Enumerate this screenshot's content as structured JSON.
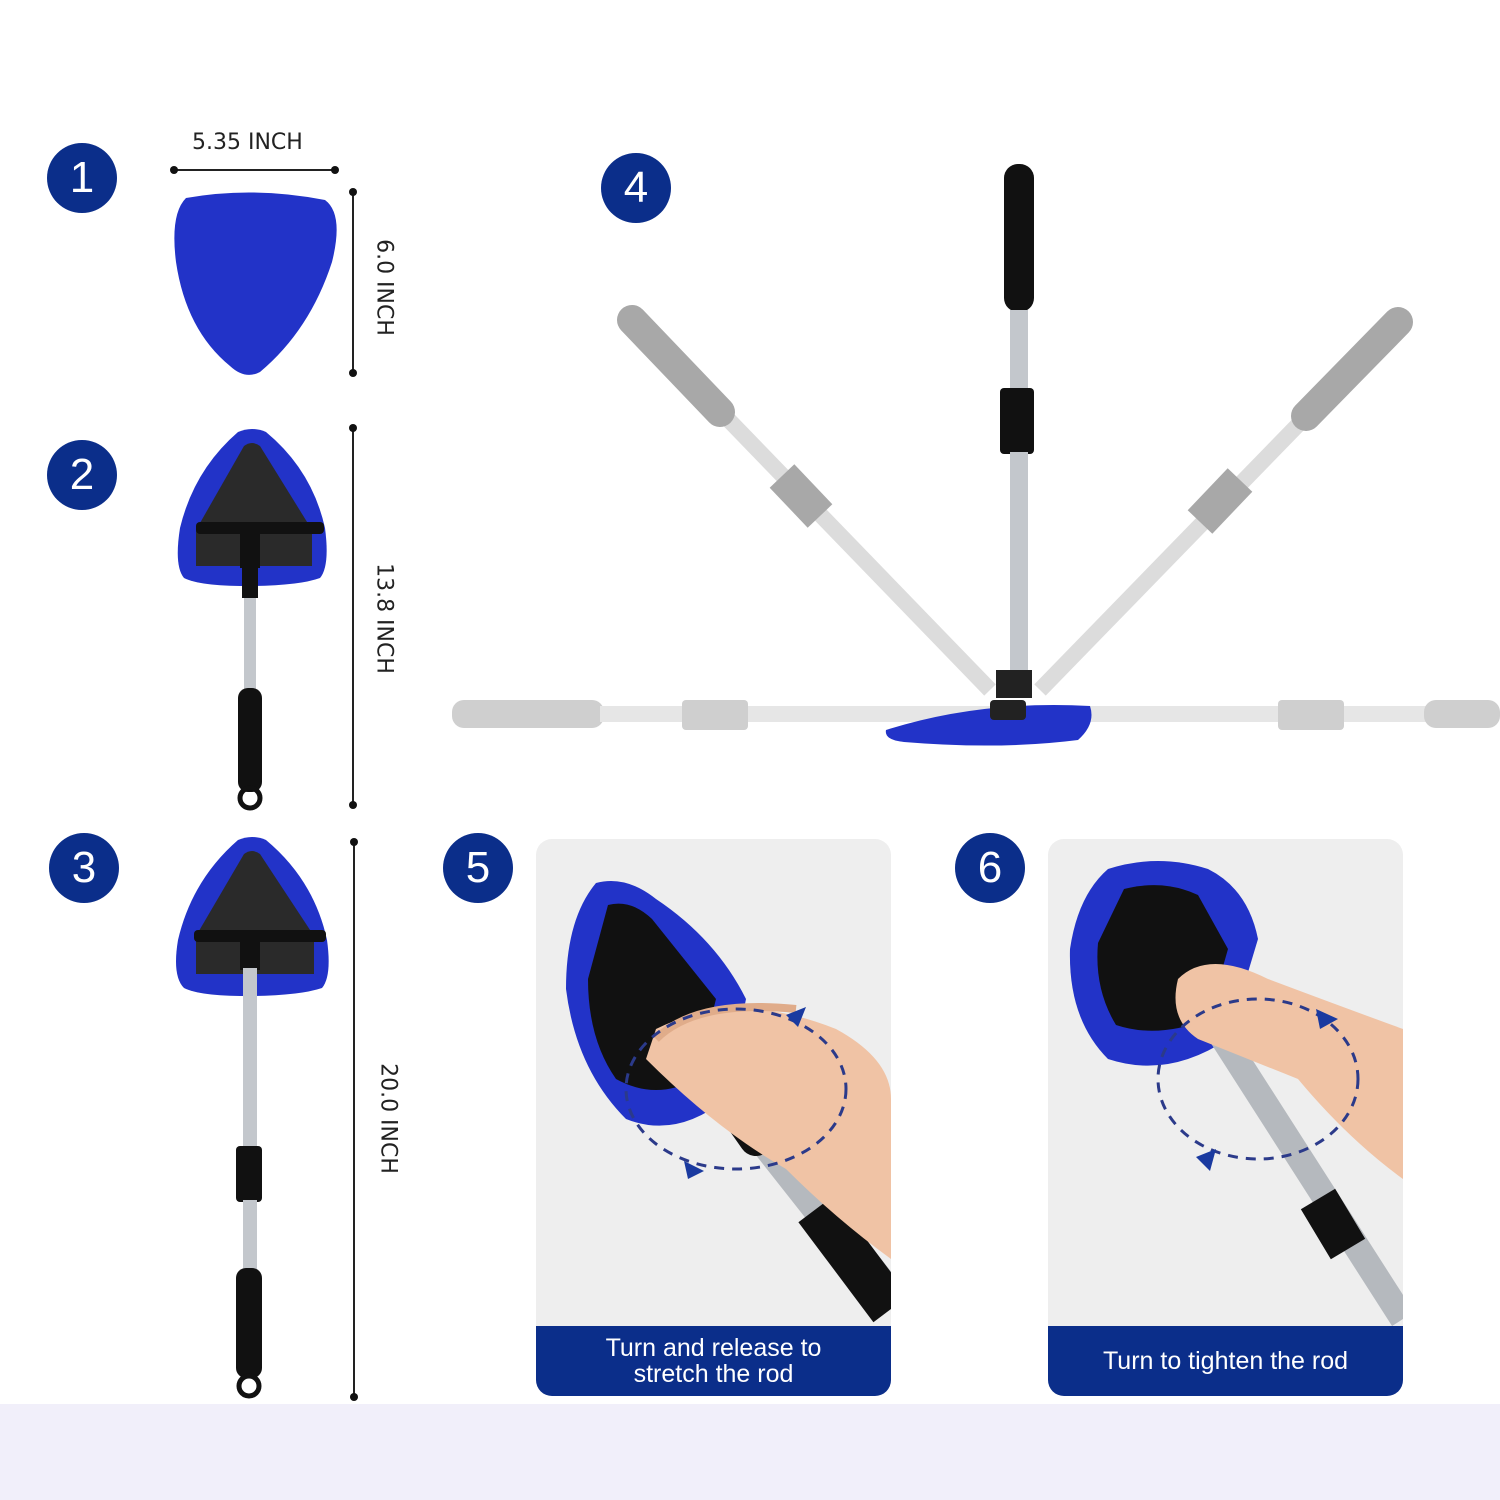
{
  "badges": [
    "1",
    "2",
    "3",
    "4",
    "5",
    "6"
  ],
  "dimensions": {
    "pad_width": "5.35 INCH",
    "pad_height": "6.0 INCH",
    "short_length": "13.8 INCH",
    "long_length": "20.0 INCH"
  },
  "captions": {
    "step5_line1": "Turn and release to",
    "step5_line2": "stretch the rod",
    "step6": "Turn to tighten the rod"
  },
  "colors": {
    "badge": "#0b2e8a",
    "microfiber": "#2233c8",
    "handle": "#111111",
    "rod": "#b8bcc2",
    "ghost": "#c8c8c8"
  }
}
